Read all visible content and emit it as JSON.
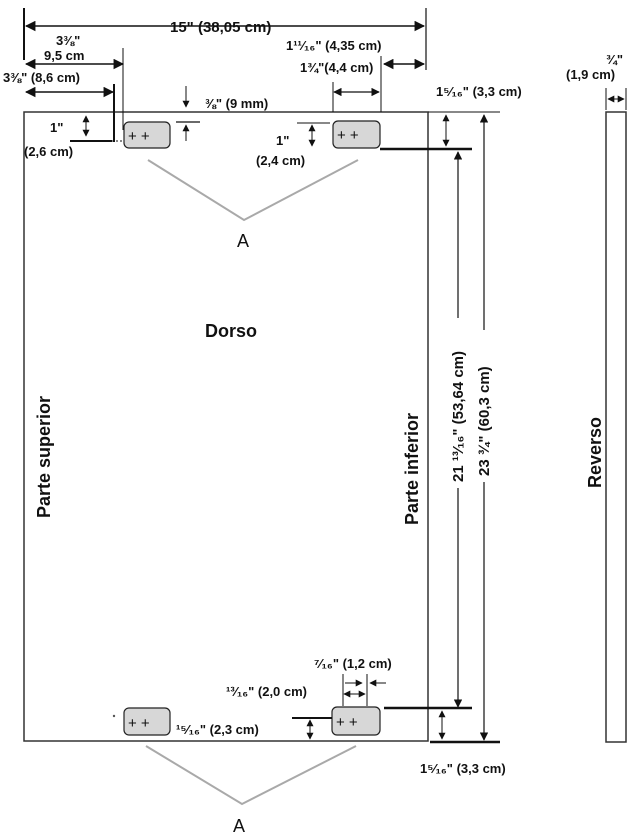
{
  "labels": {
    "dorso": "Dorso",
    "parte_superior": "Parte superior",
    "parte_inferior": "Parte inferior",
    "reverso": "Reverso",
    "a_top": "A",
    "a_bottom": "A"
  },
  "dims": {
    "width_total": "15\" (38,05 cm)",
    "frac_3_8": "3⅜\"",
    "cm_9_5": "9,5 cm",
    "frac_3_3_8": "3⅜\" (8,6 cm)",
    "frac_1_11_16": "1¹¹⁄₁₆\" (4,35 cm)",
    "frac_1_3_4": "1¾\"(4,4 cm)",
    "frac_3_8_mm": "⅜\" (9 mm)",
    "one_inch_left": "1\"",
    "cm_2_6": "(2,6 cm)",
    "one_inch_right": "1\"",
    "cm_2_4": "(2,4 cm)",
    "frac_1_5_16_top": "1⁵⁄₁₆\" (3,3 cm)",
    "frac_3_4": "¾\"",
    "cm_1_9": "(1,9 cm)",
    "height_inner": "21 ¹³⁄₁₆\" (53,64 cm)",
    "height_total": "23 ¾\" (60,3 cm)",
    "frac_7_16": "⁷⁄₁₆\" (1,2 cm)",
    "frac_13_16": "¹³⁄₁₆\" (2,0 cm)",
    "frac_15_16": "¹⁵⁄₁₆\" (2,3 cm)",
    "frac_1_5_16_bottom": "1⁵⁄₁₆\" (3,3 cm)"
  },
  "plate": {
    "marks": "+ +"
  }
}
